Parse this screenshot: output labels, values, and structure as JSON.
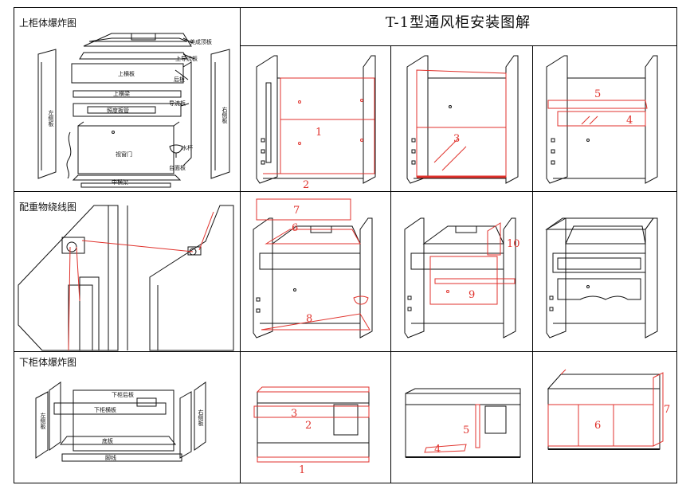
{
  "document": {
    "title": "T-1型通风柜安装图解",
    "sections": {
      "upper_exploded": "上柜体爆炸图",
      "counterweight": "配重物绕线图",
      "lower_exploded": "下柜体爆炸图"
    }
  },
  "upper_parts": {
    "top_panel": "美成顶板",
    "upper_guide": "上导流板",
    "upper_beam": "上横板",
    "upper_cross": "上横梁",
    "back_panel": "后板",
    "guide": "导流板",
    "lighting": "照度板管",
    "sash": "视窗门",
    "cup": "水杯",
    "work_surface": "台面板",
    "mid_beam": "中横梁",
    "left_side": "左侧板",
    "right_side": "右侧板"
  },
  "lower_parts": {
    "back": "下柜后板",
    "front_beam": "下柜横板",
    "bottom": "底板",
    "kick": "脚线",
    "left_side": "左侧板",
    "right_side": "右侧板"
  },
  "callouts": {
    "r1c1": [
      "1",
      "2"
    ],
    "r1c2": [
      "3"
    ],
    "r1c3": [
      "5",
      "4"
    ],
    "r2c1": [
      "7",
      "6",
      "8"
    ],
    "r2c2": [
      "10",
      "9"
    ],
    "r3c1": [
      "3",
      "2",
      "1"
    ],
    "r3c2": [
      "5",
      "4"
    ],
    "r3c3": [
      "6",
      "7"
    ]
  },
  "colors": {
    "accent_red": "#e0322c",
    "line": "#000000"
  }
}
